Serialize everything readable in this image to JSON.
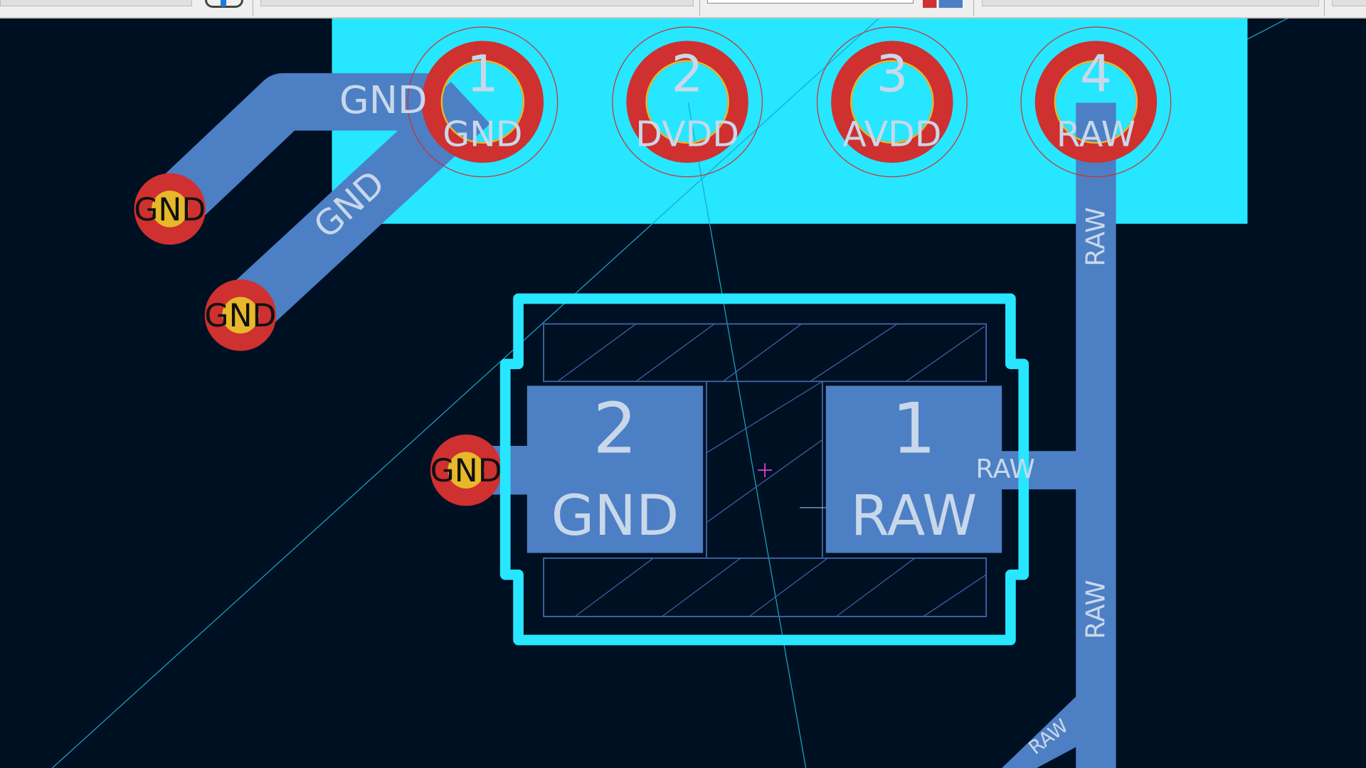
{
  "toolbar": {
    "icons": [
      "layer-pair-icon",
      "layer-color-swatch-icon"
    ]
  },
  "connector": {
    "pads": [
      {
        "number": "1",
        "net": "GND"
      },
      {
        "number": "2",
        "net": "DVDD"
      },
      {
        "number": "3",
        "net": "AVDD"
      },
      {
        "number": "4",
        "net": "RAW"
      }
    ]
  },
  "tracks": {
    "gnd_top": "GND",
    "gnd_diag": "GND",
    "raw_upper": "RAW",
    "raw_lower": "RAW",
    "raw_branch": "RAW",
    "raw_diag": "RAW"
  },
  "vias": [
    "GND",
    "GND",
    "GND"
  ],
  "component": {
    "pads": [
      {
        "number": "2",
        "net": "GND"
      },
      {
        "number": "1",
        "net": "RAW"
      }
    ]
  },
  "colors": {
    "background": "#001023",
    "zone": "#27e6ff",
    "track": "#4d7fc4",
    "pad": "#cf3030",
    "via_drill": "#e6b82a"
  }
}
